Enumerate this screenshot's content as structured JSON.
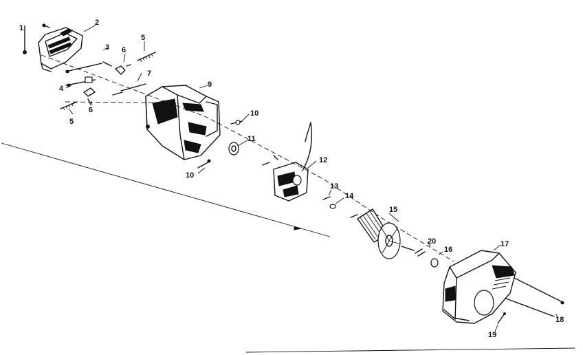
{
  "diagram": {
    "callouts": [
      {
        "id": "c1",
        "label": "1"
      },
      {
        "id": "c2",
        "label": "2"
      },
      {
        "id": "c3",
        "label": "3"
      },
      {
        "id": "c4",
        "label": "4"
      },
      {
        "id": "c5a",
        "label": "5"
      },
      {
        "id": "c5b",
        "label": "5"
      },
      {
        "id": "c6a",
        "label": "6"
      },
      {
        "id": "c6b",
        "label": "6"
      },
      {
        "id": "c7",
        "label": "7"
      },
      {
        "id": "c9",
        "label": "9"
      },
      {
        "id": "c10a",
        "label": "10"
      },
      {
        "id": "c10b",
        "label": "10"
      },
      {
        "id": "c11",
        "label": "11"
      },
      {
        "id": "c12",
        "label": "12"
      },
      {
        "id": "c13",
        "label": "13"
      },
      {
        "id": "c14",
        "label": "14"
      },
      {
        "id": "c15",
        "label": "15"
      },
      {
        "id": "c16",
        "label": "16"
      },
      {
        "id": "c17",
        "label": "17"
      },
      {
        "id": "c18",
        "label": "18"
      },
      {
        "id": "c19",
        "label": "19"
      },
      {
        "id": "c20",
        "label": "20"
      }
    ]
  }
}
